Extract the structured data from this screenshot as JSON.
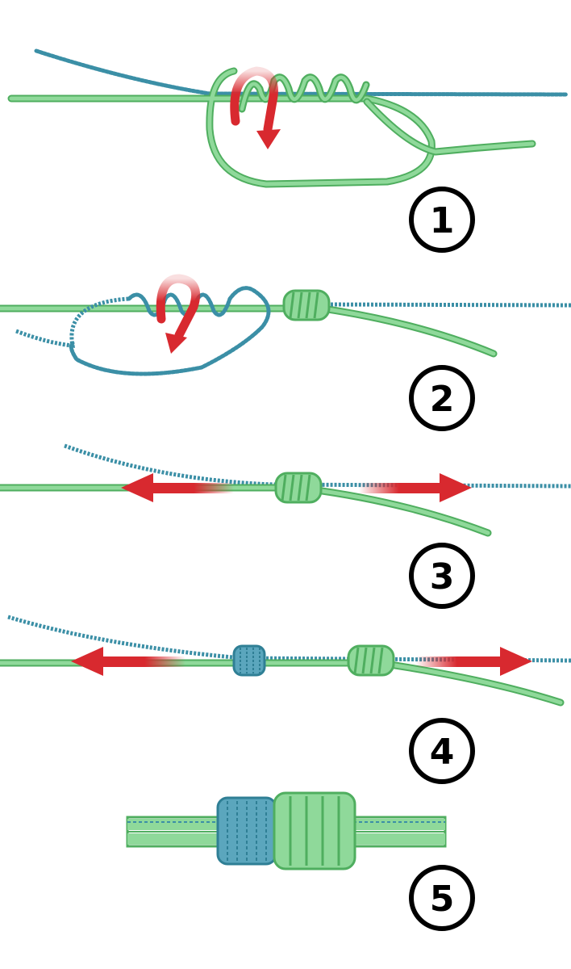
{
  "colors": {
    "green_fill": "#8fd99a",
    "green_stroke": "#4fae5f",
    "blue_line": "#3b8fa6",
    "red_arrow": "#d8292f",
    "badge_stroke": "#000000"
  },
  "steps": [
    {
      "label": "1"
    },
    {
      "label": "2"
    },
    {
      "label": "3"
    },
    {
      "label": "4"
    },
    {
      "label": "5"
    }
  ]
}
